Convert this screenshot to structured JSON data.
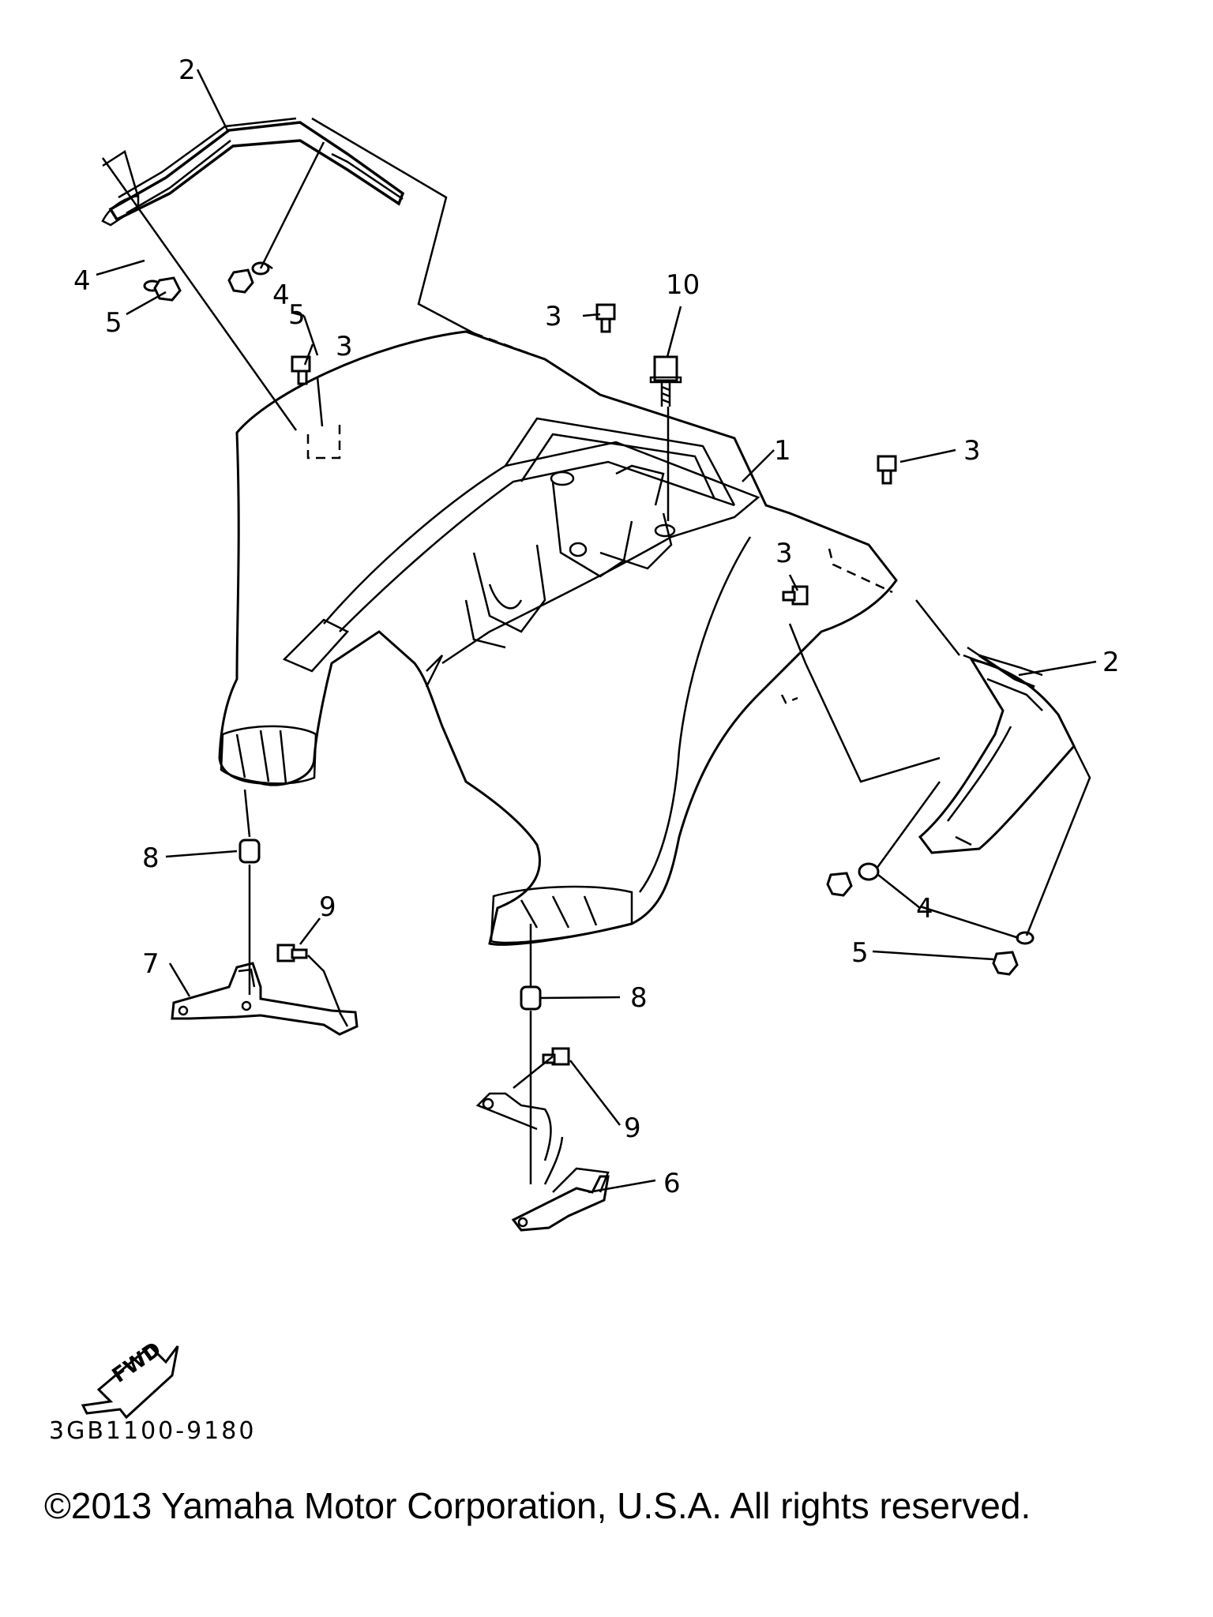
{
  "callouts": {
    "p1": "1",
    "p2a": "2",
    "p2b": "2",
    "p3a": "3",
    "p3b": "3",
    "p3c": "3",
    "p3d": "3",
    "p4a": "4",
    "p4b": "4",
    "p4c": "4",
    "p5a": "5",
    "p5b": "5",
    "p5c": "5",
    "p6": "6",
    "p7": "7",
    "p8a": "8",
    "p8b": "8",
    "p9a": "9",
    "p9b": "9",
    "p10": "10"
  },
  "fwd_label": "FWD",
  "drawing_code": "3GB1100-9180",
  "copyright": "©2013 Yamaha Motor Corporation, U.S.A. All rights reserved."
}
